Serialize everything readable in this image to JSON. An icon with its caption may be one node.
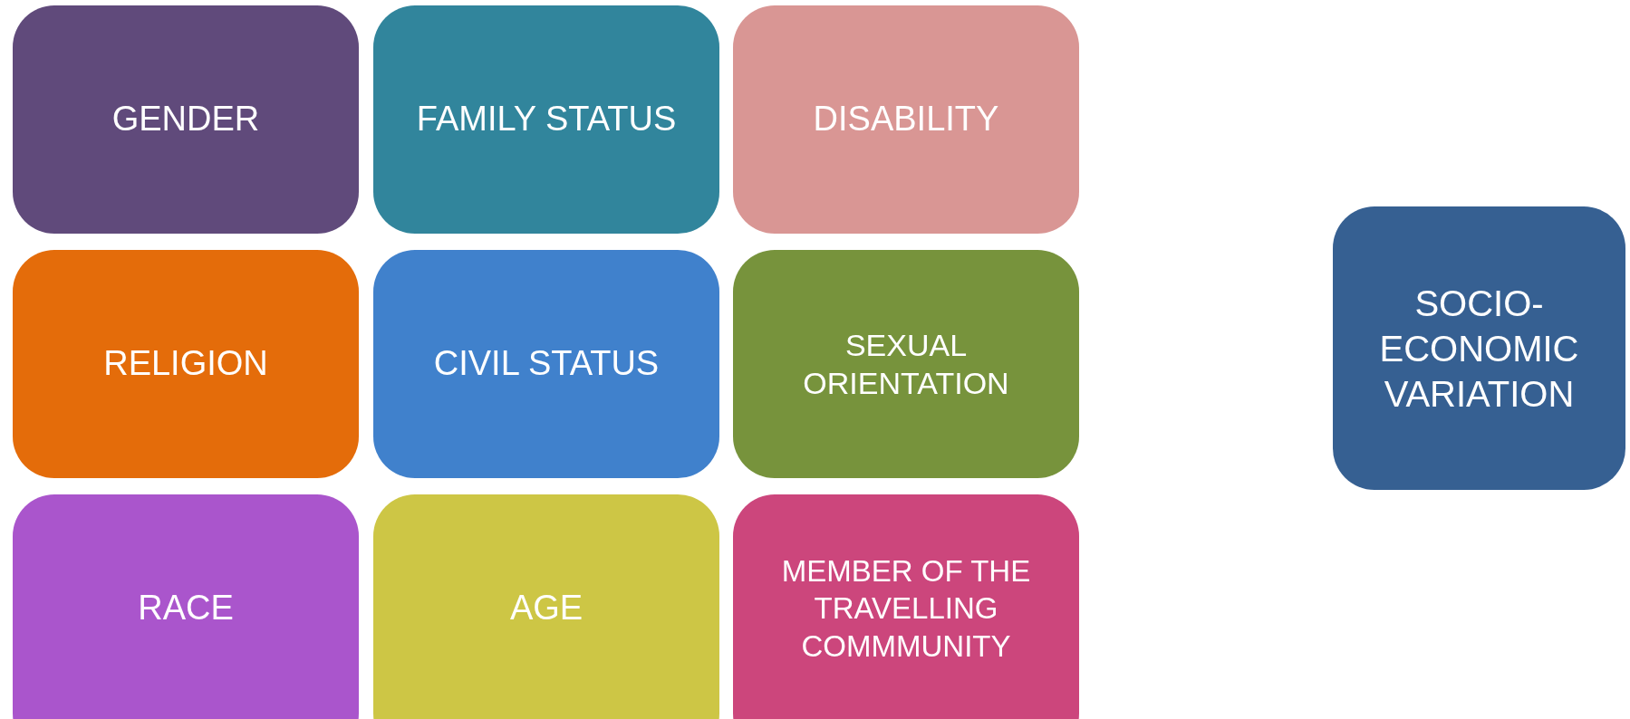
{
  "diagram": {
    "nodes": [
      {
        "text": [
          "GENDER"
        ]
      },
      {
        "text": [
          "FAMILY STATUS"
        ]
      },
      {
        "text": [
          "DISABILITY"
        ]
      },
      {
        "text": [
          "RELIGION"
        ]
      },
      {
        "text": [
          "CIVIL STATUS"
        ]
      },
      {
        "text": [
          "SEXUAL ORIENTATION"
        ]
      },
      {
        "text": [
          "RACE"
        ]
      },
      {
        "text": [
          "AGE"
        ]
      },
      {
        "text": [
          "MEMBER OF THE TRAVELLING COMMMUNITY"
        ]
      },
      {
        "text": [
          "SOCIO- ECONOMIC VARIATION"
        ]
      }
    ]
  }
}
